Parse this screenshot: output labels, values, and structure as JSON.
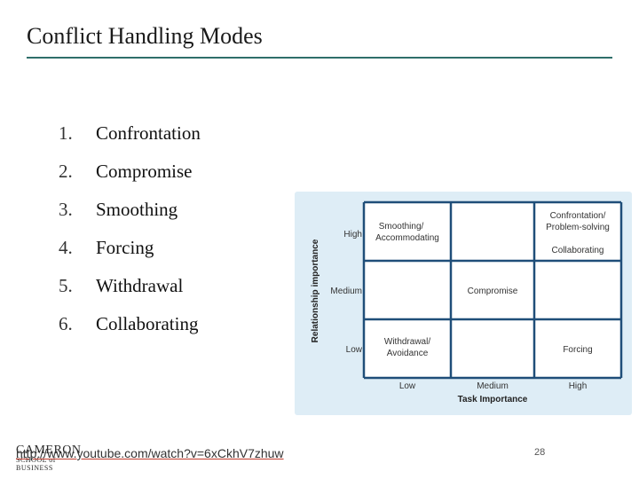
{
  "slide": {
    "title": "Conflict Handling Modes",
    "page_number": "28"
  },
  "list": [
    {
      "num": "1.",
      "label": "Confrontation"
    },
    {
      "num": "2.",
      "label": "Compromise"
    },
    {
      "num": "3.",
      "label": "Smoothing"
    },
    {
      "num": "4.",
      "label": "Forcing"
    },
    {
      "num": "5.",
      "label": "Withdrawal"
    },
    {
      "num": "6.",
      "label": "Collaborating"
    }
  ],
  "diagram": {
    "y_axis_title": "Relationship importance",
    "x_axis_title": "Task Importance",
    "y_levels": [
      "High",
      "Medium",
      "Low"
    ],
    "x_levels": [
      "Low",
      "Medium",
      "High"
    ],
    "cells": {
      "smoothing": [
        "Smoothing/",
        "Accommodating"
      ],
      "confrontation": [
        "Confrontation/",
        "Problem-solving"
      ],
      "collaborating": "Collaborating",
      "compromise": "Compromise",
      "withdrawal": [
        "Withdrawal/",
        "Avoidance"
      ],
      "forcing": "Forcing"
    }
  },
  "footer": {
    "logo_line1": "CAMERON",
    "logo_line2": "SCHOOL of BUSINESS",
    "link": "http://www.youtube.com/watch?v=6xCkhV7zhuw"
  }
}
